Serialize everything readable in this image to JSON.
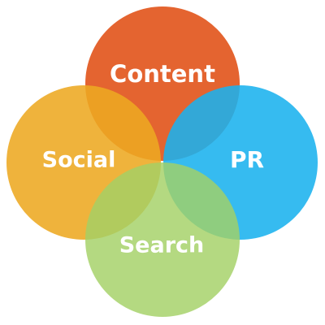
{
  "diagram": {
    "type": "venn",
    "circles": [
      {
        "id": "content",
        "label": "Content",
        "color": "#E2571E"
      },
      {
        "id": "social",
        "label": "Social",
        "color": "#EDA921"
      },
      {
        "id": "pr",
        "label": "PR",
        "color": "#1AB2EE"
      },
      {
        "id": "search",
        "label": "Search",
        "color": "#A3D165"
      }
    ]
  }
}
